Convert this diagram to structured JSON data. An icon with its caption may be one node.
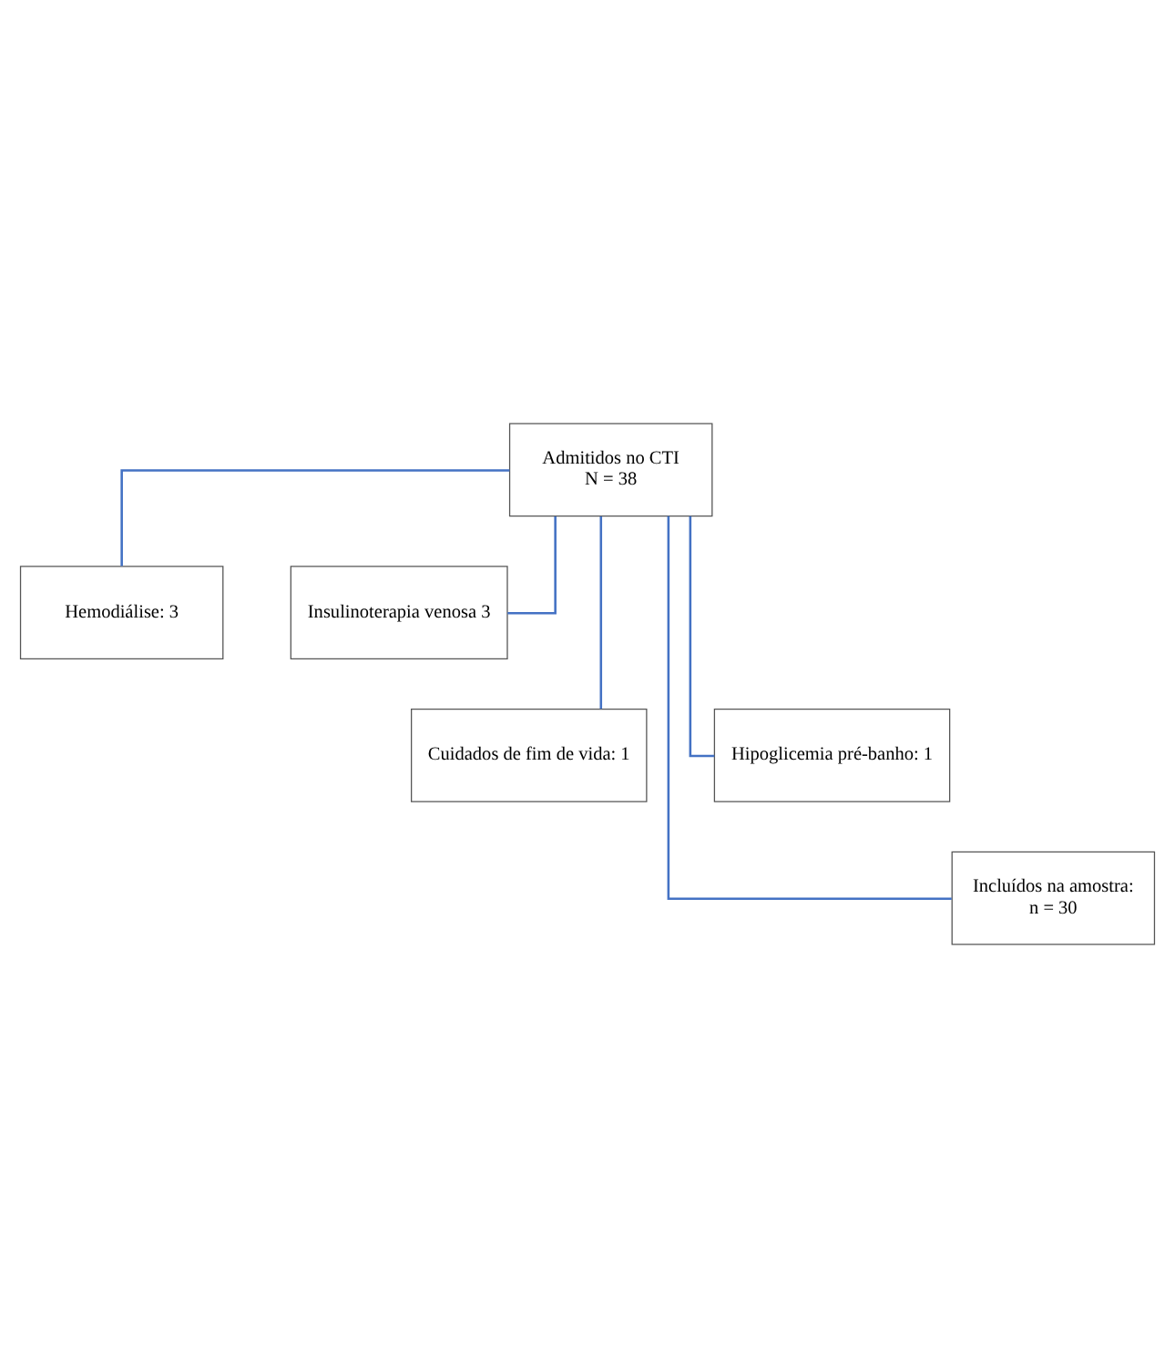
{
  "diagram": {
    "nodes": [
      {
        "text": [
          "Admitidos no CTI",
          "N = 38"
        ]
      },
      {
        "text": [
          "Hemodiálise: 3"
        ]
      },
      {
        "text": [
          "Insulinoterapia venosa 3"
        ]
      },
      {
        "text": [
          "Cuidados de fim de vida: 1"
        ]
      },
      {
        "text": [
          "Hipoglicemia pré-banho: 1"
        ]
      },
      {
        "text": [
          "Incluídos na amostra:",
          "n = 30"
        ]
      }
    ],
    "edges": [
      {
        "from": 0,
        "to": 1,
        "arrow": "none"
      },
      {
        "from": 0,
        "to": 2,
        "arrow": "none"
      },
      {
        "from": 0,
        "to": 3,
        "arrow": "none"
      },
      {
        "from": 0,
        "to": 4,
        "arrow": "none"
      },
      {
        "from": 0,
        "to": 5,
        "arrow": "none"
      }
    ]
  }
}
